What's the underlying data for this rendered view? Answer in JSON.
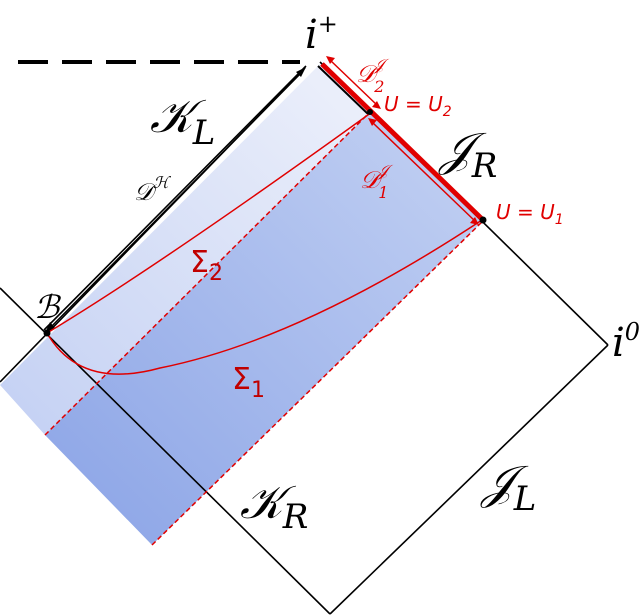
{
  "labels": {
    "i_plus": "i",
    "i_plus_sup": "+",
    "i_zero": "i",
    "i_zero_sup": "0",
    "H_L": "𝒦",
    "H_L_sub": "L",
    "H_R": "𝒦",
    "H_R_sub": "R",
    "J_R": "𝒥",
    "J_R_sub": "R",
    "J_L": "𝒥",
    "J_L_sub": "L",
    "B": "ℬ",
    "D_H": "𝒟",
    "D_H_sup": "ℋ",
    "D1J": "𝒟",
    "D1J_sub": "1",
    "D1J_sup": "𝒥",
    "D2J": "𝒟",
    "D2J_sub": "2",
    "D2J_sup": "𝒥",
    "U2": "U = U",
    "U2_sub": "2",
    "U1": "U = U",
    "U1_sub": "1",
    "Sigma1": "Σ",
    "Sigma1_sub": "1",
    "Sigma2": "Σ",
    "Sigma2_sub": "2"
  },
  "colors": {
    "black": "#000000",
    "red": "#e00000",
    "dark_red": "#c00000",
    "fill_light": "#e8ecf8",
    "fill_mid": "#b8c8f0",
    "fill_deep": "#8ea6e8"
  }
}
